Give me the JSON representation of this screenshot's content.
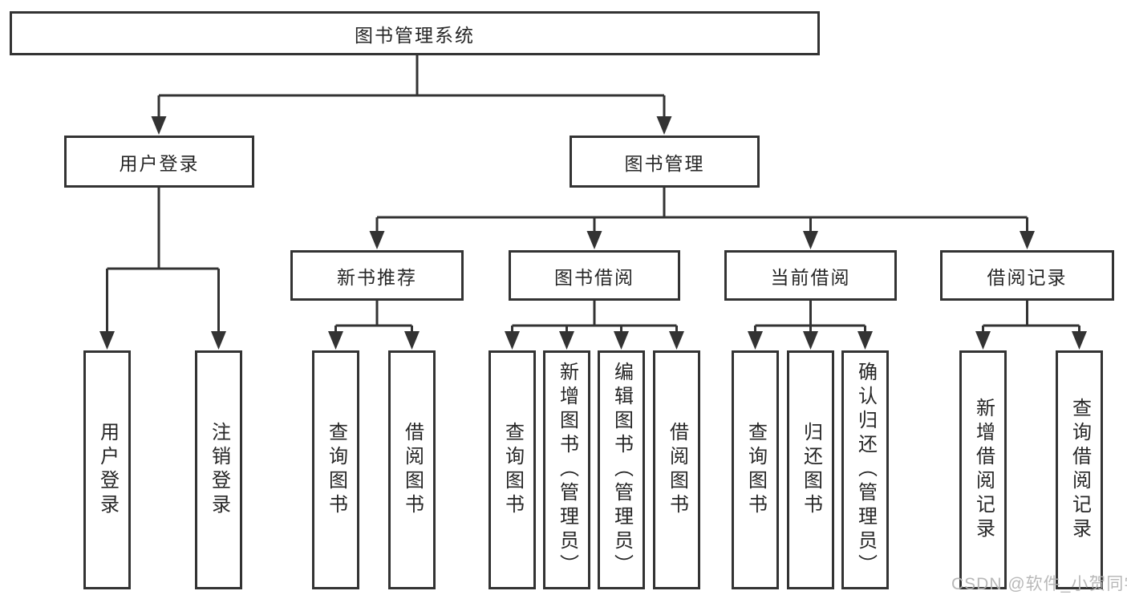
{
  "diagram": {
    "root": "图书管理系统",
    "level2": {
      "user_login": "用户登录",
      "book_management": "图书管理"
    },
    "level3": {
      "new_book_recommend": "新书推荐",
      "book_borrow": "图书借阅",
      "current_borrow": "当前借阅",
      "borrow_records": "借阅记录"
    },
    "leaves": {
      "user_login": "用户登录",
      "logout": "注销登录",
      "recommend_query_books": "查询图书",
      "recommend_borrow_books": "借阅图书",
      "borrow_query_books": "查询图书",
      "borrow_add_books_admin": "新增图书（管理员）",
      "borrow_edit_books_admin": "编辑图书（管理员）",
      "borrow_borrow_books": "借阅图书",
      "current_query_books": "查询图书",
      "current_return_books": "归还图书",
      "current_confirm_return_admin": "确认归还（管理员）",
      "records_add_record": "新增借阅记录",
      "records_query_record": "查询借阅记录"
    }
  },
  "watermark": "CSDN @软件_小贺同学",
  "colors": {
    "line": "#333333",
    "text": "#262626",
    "watermark": "#b3b3b3",
    "background": "#ffffff"
  }
}
